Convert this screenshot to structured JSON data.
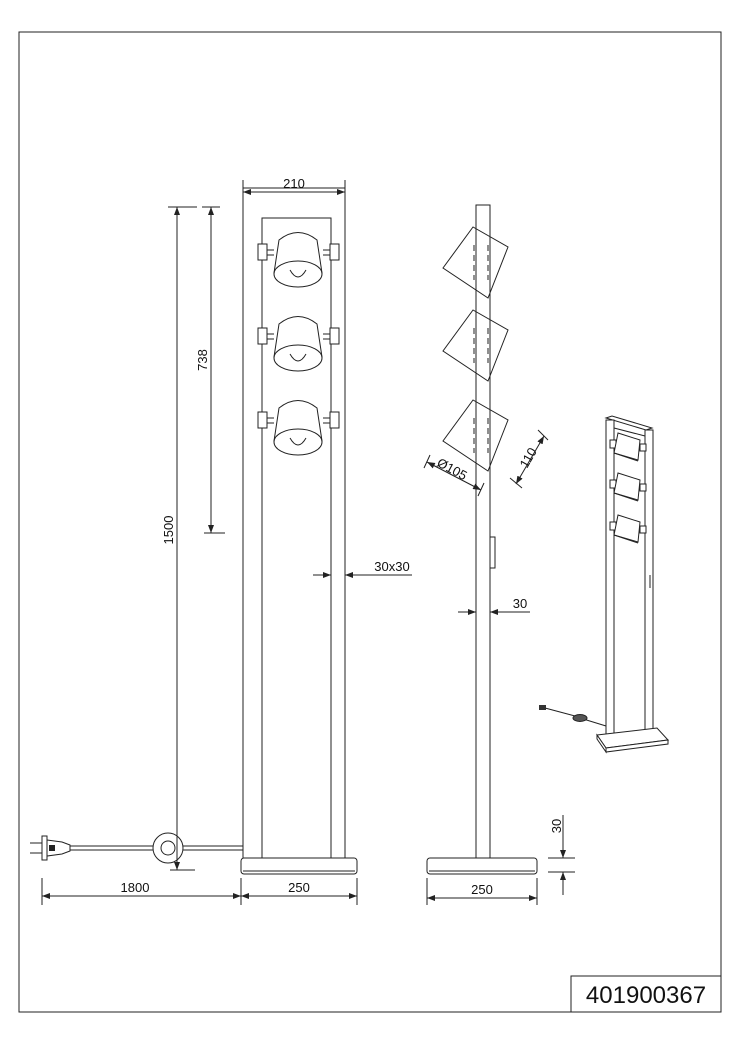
{
  "drawing": {
    "part_number": "401900367",
    "front_view": {
      "width_top": "210",
      "shade_height_span": "738",
      "total_height": "1500",
      "profile": "30x30",
      "cable_length": "1800",
      "base_width": "250"
    },
    "side_view": {
      "shade_diameter": "Ø105",
      "shade_height": "110",
      "pole_depth": "30",
      "base_height": "30",
      "base_depth": "250"
    }
  }
}
